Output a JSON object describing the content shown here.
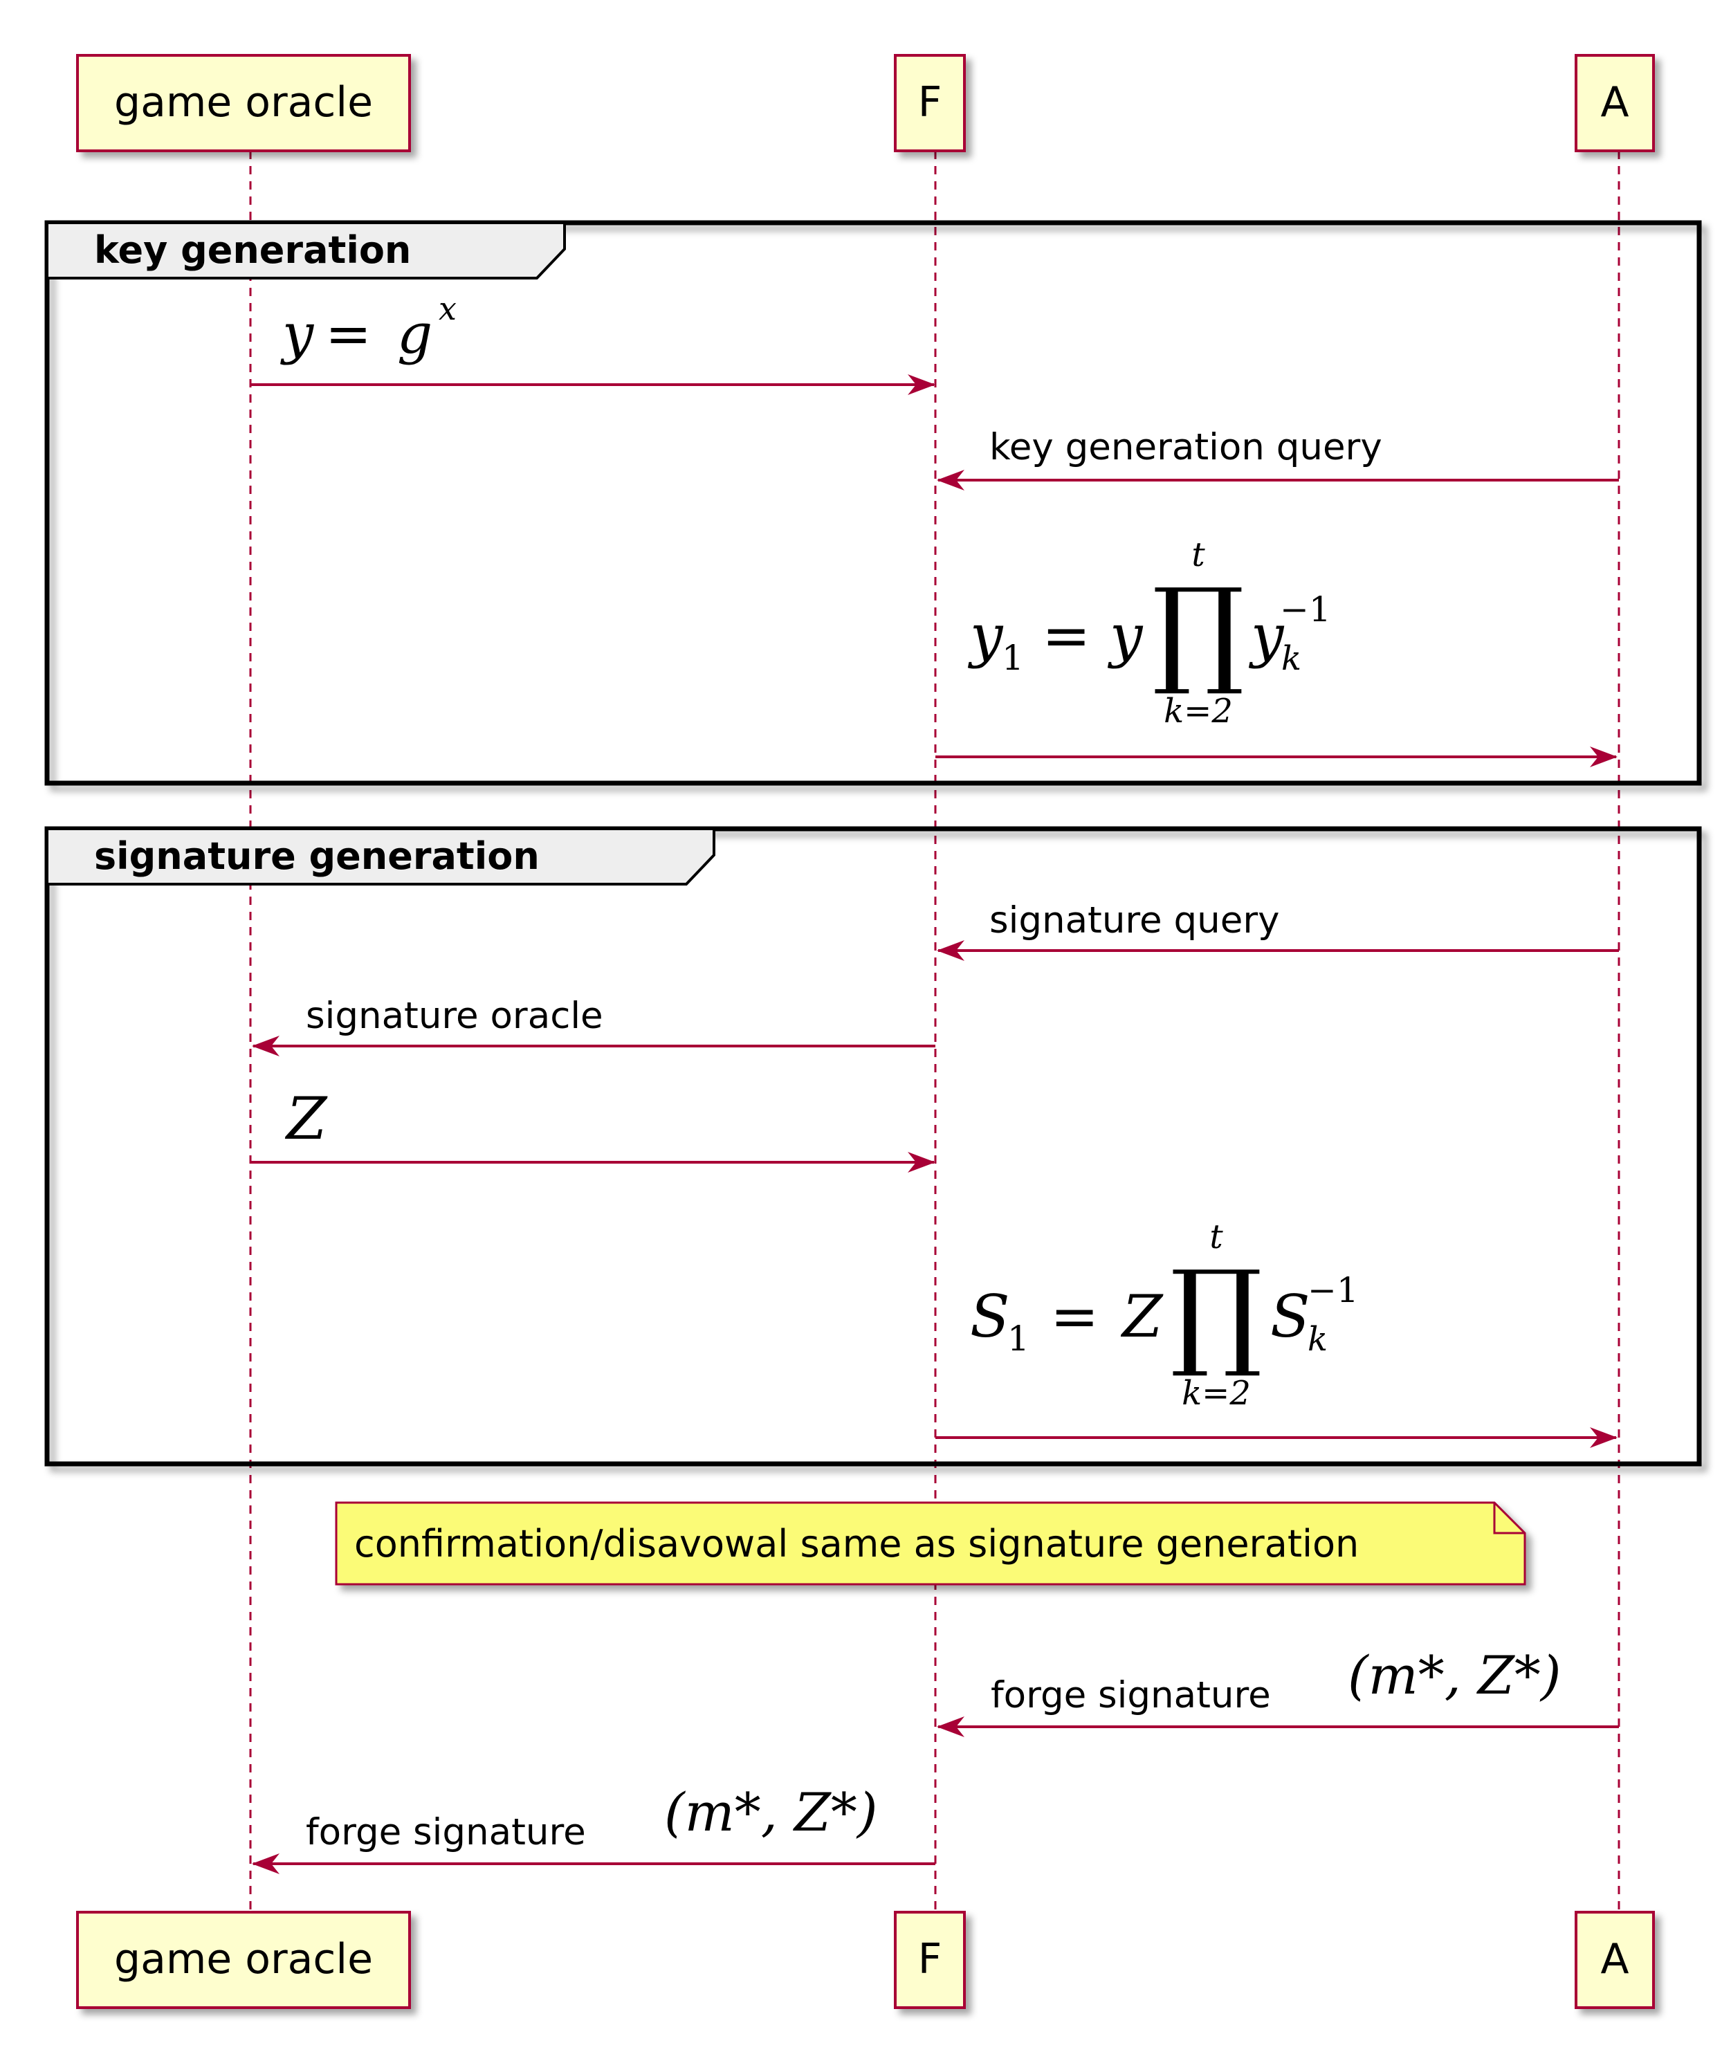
{
  "participants": [
    {
      "id": "oracle",
      "label": "game oracle"
    },
    {
      "id": "F",
      "label": "F"
    },
    {
      "id": "A",
      "label": "A"
    }
  ],
  "groups": [
    {
      "title": "key generation"
    },
    {
      "title": "signature generation"
    }
  ],
  "messages": {
    "keygen_y": {
      "lhs": "y",
      "eq": "=",
      "base": "g",
      "exp": "x"
    },
    "keygen_query": {
      "label": "key generation query"
    },
    "keygen_y1": {
      "lhs": "y",
      "lhs_sub": "1",
      "eq": "=",
      "rhs": "y",
      "prod": "∏",
      "prod_top": "t",
      "prod_bottom": "k=2",
      "term": "y",
      "term_sub": "k",
      "term_sup": "−1"
    },
    "sig_query": {
      "label": "signature query"
    },
    "sig_oracle": {
      "label": "signature oracle"
    },
    "sig_Z": {
      "label": "Z"
    },
    "sig_S1": {
      "lhs": "S",
      "lhs_sub": "1",
      "eq": "=",
      "rhs": "Z",
      "prod": "∏",
      "prod_top": "t",
      "prod_bottom": "k=2",
      "term": "S",
      "term_sub": "k",
      "term_sup": "−1"
    },
    "forge_A_F": {
      "label": "forge signature",
      "math": "(m*, Z*)"
    },
    "forge_F_oracle": {
      "label": "forge signature",
      "math": "(m*, Z*)"
    }
  },
  "note": {
    "text": "confirmation/disavowal same as signature generation"
  },
  "colors": {
    "participant_fill": "#FEFECE",
    "participant_border": "#A80036",
    "arrow": "#A80036",
    "note_fill": "#FBFB77",
    "group_header_fill": "#EEEEEE",
    "frame": "#000000"
  }
}
